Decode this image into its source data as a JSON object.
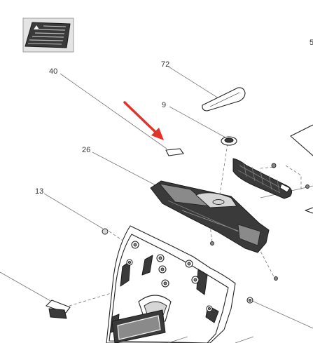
{
  "diagram": {
    "callouts": [
      {
        "id": "c72",
        "label": "72"
      },
      {
        "id": "c40",
        "label": "40"
      },
      {
        "id": "c9",
        "label": "9"
      },
      {
        "id": "c26",
        "label": "26"
      },
      {
        "id": "c13",
        "label": "13"
      },
      {
        "id": "c5",
        "label": "5"
      }
    ],
    "highlight_color": "#e0332b",
    "line_color": "#777777",
    "ink_color": "#222222"
  }
}
